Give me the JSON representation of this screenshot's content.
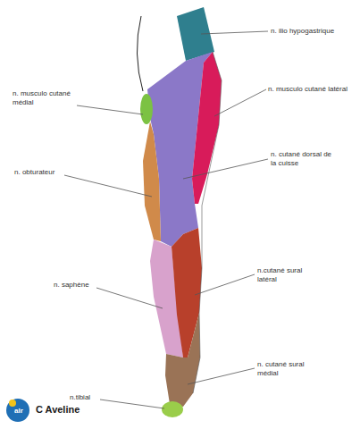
{
  "diagram": {
    "labels": [
      "n. ilio hypogastrique",
      "n. musculo cutané latéral",
      "n. cutané dorsal de la cuisse",
      "n.cutané sural latéral",
      "n. cutané sural médial",
      "n.tibial",
      "n. saphène",
      "n. obturateur",
      "n. musculo cutané médial",
      "C Aveline",
      "alr"
    ]
  }
}
